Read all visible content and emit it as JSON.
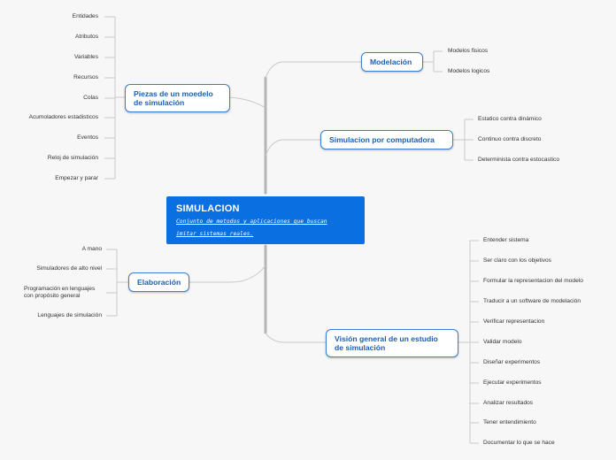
{
  "root": {
    "title": "SIMULACION",
    "subtitle_line1": "Conjunto de metodos y aplicaciones que buscan",
    "subtitle_line2": "imitar sistemas reales."
  },
  "branches": {
    "piezas": {
      "label_line1": "Piezas de un moedelo",
      "label_line2": "de simulación",
      "items": [
        "Entidades",
        "Atributos",
        "Variables",
        "Recursos",
        "Colas",
        "Acumoladores estadisticos",
        "Eventos",
        "Reloj de simulación",
        "Empezar y parar"
      ]
    },
    "modelacion": {
      "label": "Modelación",
      "items": [
        "Modelos fisicos",
        "Modelos logicos"
      ]
    },
    "simulacion_computadora": {
      "label": "Simulacion por computadora",
      "items": [
        "Estatico contra dinámico",
        "Continuo contra discreto",
        "Determinista contra estocastico"
      ]
    },
    "elaboracion": {
      "label": "Elaboración",
      "items": [
        "A mano",
        "Simuladores de alto nivel",
        "Programación en lenguajes",
        "con propósito general",
        "Lenguajes de simulación"
      ]
    },
    "vision": {
      "label_line1": "Visión general de un estudio",
      "label_line2": "de simulación",
      "items": [
        "Entender sistema",
        "Ser claro con los objetivos",
        "Formular la representacion del modelo",
        "Traducir a un software de modelación",
        "Verificar representacion",
        "Validar modelo",
        "Diseñar experimentos",
        "Ejecutar experimentos",
        "Analizar resultados",
        "Tener entendimiento",
        "Documentar lo que se hace"
      ]
    }
  },
  "colors": {
    "root": "#0a6fe0",
    "node_border": "#3a7fd0",
    "node_text": "#1e5db4",
    "trunk": "#b4b4b4",
    "connector": "#cccccc"
  }
}
